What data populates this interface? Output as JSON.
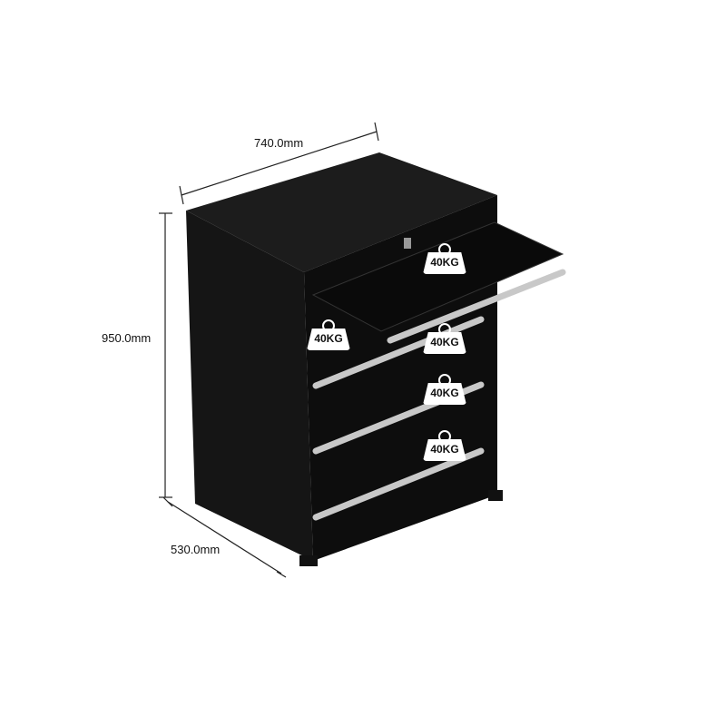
{
  "dimensions": {
    "width": "740.0mm",
    "height": "950.0mm",
    "depth": "530.0mm"
  },
  "load_labels": [
    "40KG",
    "40KG",
    "40KG",
    "40KG",
    "40KG"
  ],
  "colors": {
    "cabinet": "#111111",
    "handle": "#c8c8c8",
    "dimension_line": "#222222"
  }
}
